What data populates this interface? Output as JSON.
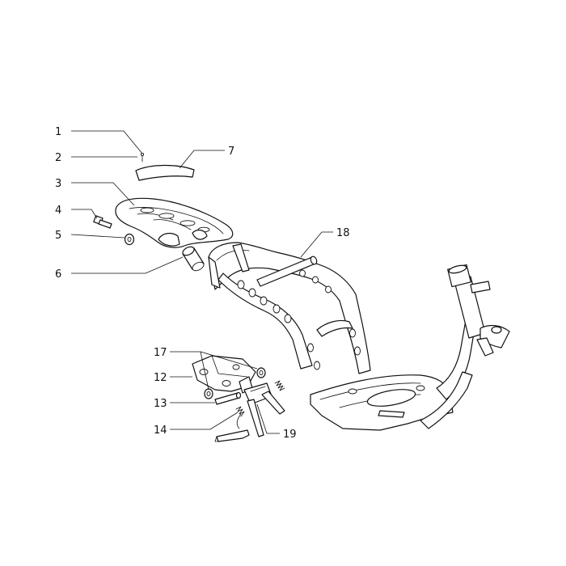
{
  "diagram": {
    "callouts": [
      {
        "id": "c1",
        "label": "1"
      },
      {
        "id": "c2",
        "label": "2"
      },
      {
        "id": "c3",
        "label": "3"
      },
      {
        "id": "c4",
        "label": "4"
      },
      {
        "id": "c5",
        "label": "5"
      },
      {
        "id": "c6",
        "label": "6"
      },
      {
        "id": "c7",
        "label": "7"
      },
      {
        "id": "c12",
        "label": "12"
      },
      {
        "id": "c13",
        "label": "13"
      },
      {
        "id": "c14",
        "label": "14"
      },
      {
        "id": "c17",
        "label": "17"
      },
      {
        "id": "c18",
        "label": "18"
      },
      {
        "id": "c19",
        "label": "19"
      }
    ]
  }
}
